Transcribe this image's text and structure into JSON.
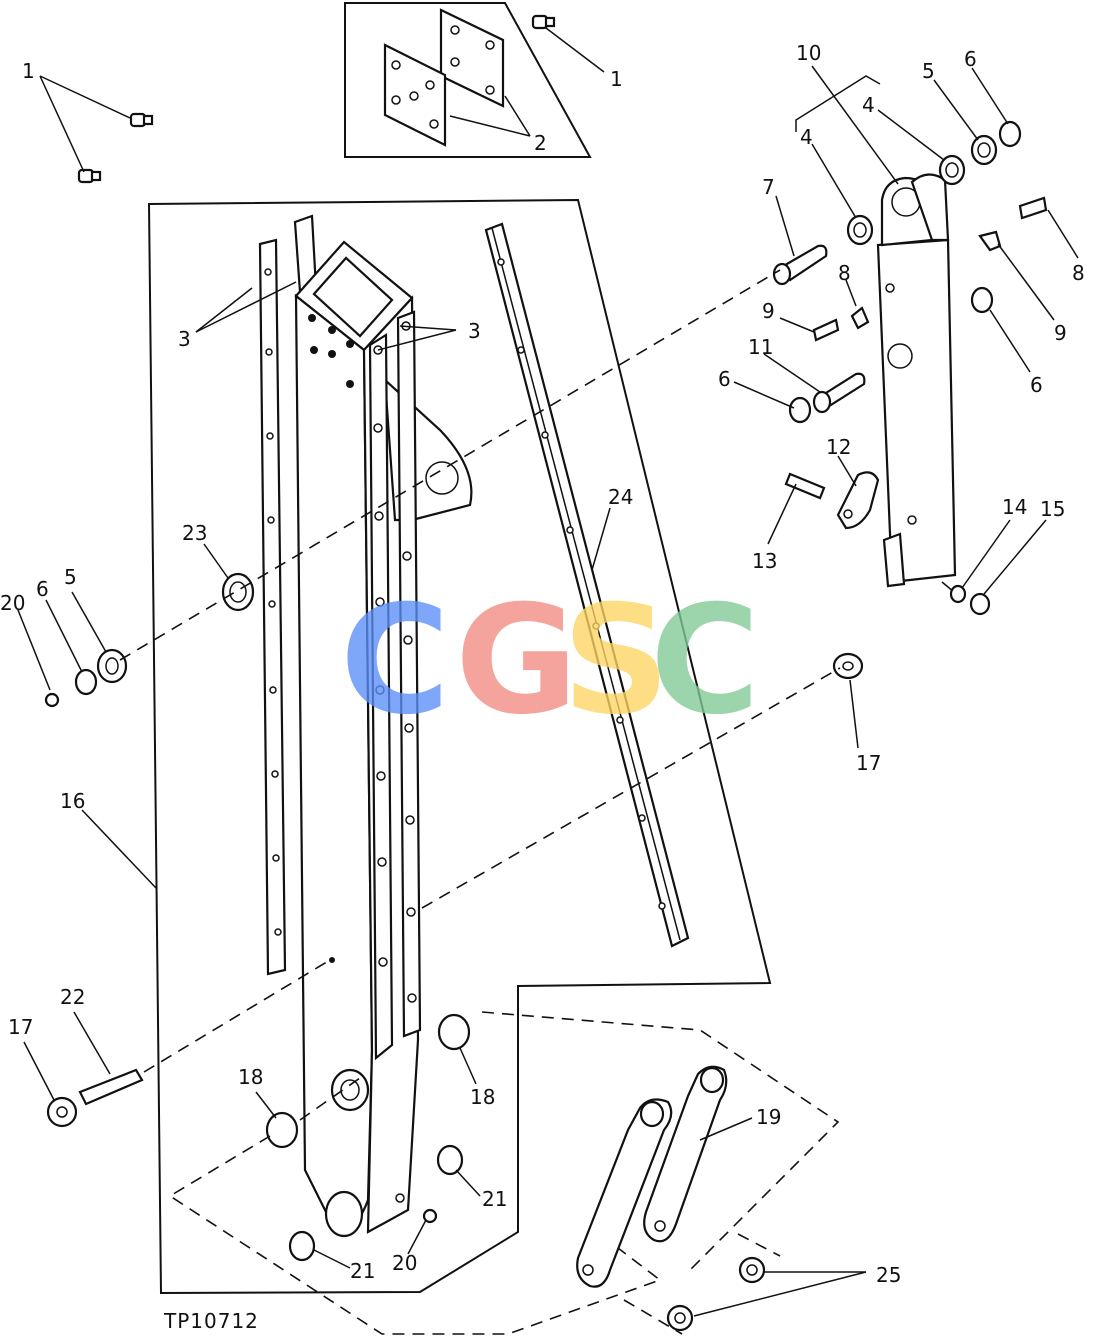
{
  "diagram": {
    "reference_code": "TP10712",
    "watermark": {
      "letters": [
        "C",
        "G",
        "S",
        "C"
      ],
      "colors": [
        "#5b8ff9",
        "#f28b82",
        "#fdd663",
        "#81c995"
      ]
    },
    "callouts": [
      {
        "id": "c1a",
        "label": "1"
      },
      {
        "id": "c1b",
        "label": "1"
      },
      {
        "id": "c2",
        "label": "2"
      },
      {
        "id": "c3a",
        "label": "3"
      },
      {
        "id": "c3b",
        "label": "3"
      },
      {
        "id": "c4a",
        "label": "4"
      },
      {
        "id": "c4b",
        "label": "4"
      },
      {
        "id": "c5a",
        "label": "5"
      },
      {
        "id": "c5b",
        "label": "5"
      },
      {
        "id": "c6a",
        "label": "6"
      },
      {
        "id": "c6b",
        "label": "6"
      },
      {
        "id": "c6c",
        "label": "6"
      },
      {
        "id": "c6d",
        "label": "6"
      },
      {
        "id": "c7",
        "label": "7"
      },
      {
        "id": "c8a",
        "label": "8"
      },
      {
        "id": "c8b",
        "label": "8"
      },
      {
        "id": "c9a",
        "label": "9"
      },
      {
        "id": "c9b",
        "label": "9"
      },
      {
        "id": "c10",
        "label": "10"
      },
      {
        "id": "c11",
        "label": "11"
      },
      {
        "id": "c12",
        "label": "12"
      },
      {
        "id": "c13",
        "label": "13"
      },
      {
        "id": "c14",
        "label": "14"
      },
      {
        "id": "c15",
        "label": "15"
      },
      {
        "id": "c16",
        "label": "16"
      },
      {
        "id": "c17a",
        "label": "17"
      },
      {
        "id": "c17b",
        "label": "17"
      },
      {
        "id": "c18a",
        "label": "18"
      },
      {
        "id": "c18b",
        "label": "18"
      },
      {
        "id": "c19",
        "label": "19"
      },
      {
        "id": "c20a",
        "label": "20"
      },
      {
        "id": "c20b",
        "label": "20"
      },
      {
        "id": "c21a",
        "label": "21"
      },
      {
        "id": "c21b",
        "label": "21"
      },
      {
        "id": "c22",
        "label": "22"
      },
      {
        "id": "c23",
        "label": "23"
      },
      {
        "id": "c24",
        "label": "24"
      },
      {
        "id": "c25",
        "label": "25"
      }
    ]
  }
}
